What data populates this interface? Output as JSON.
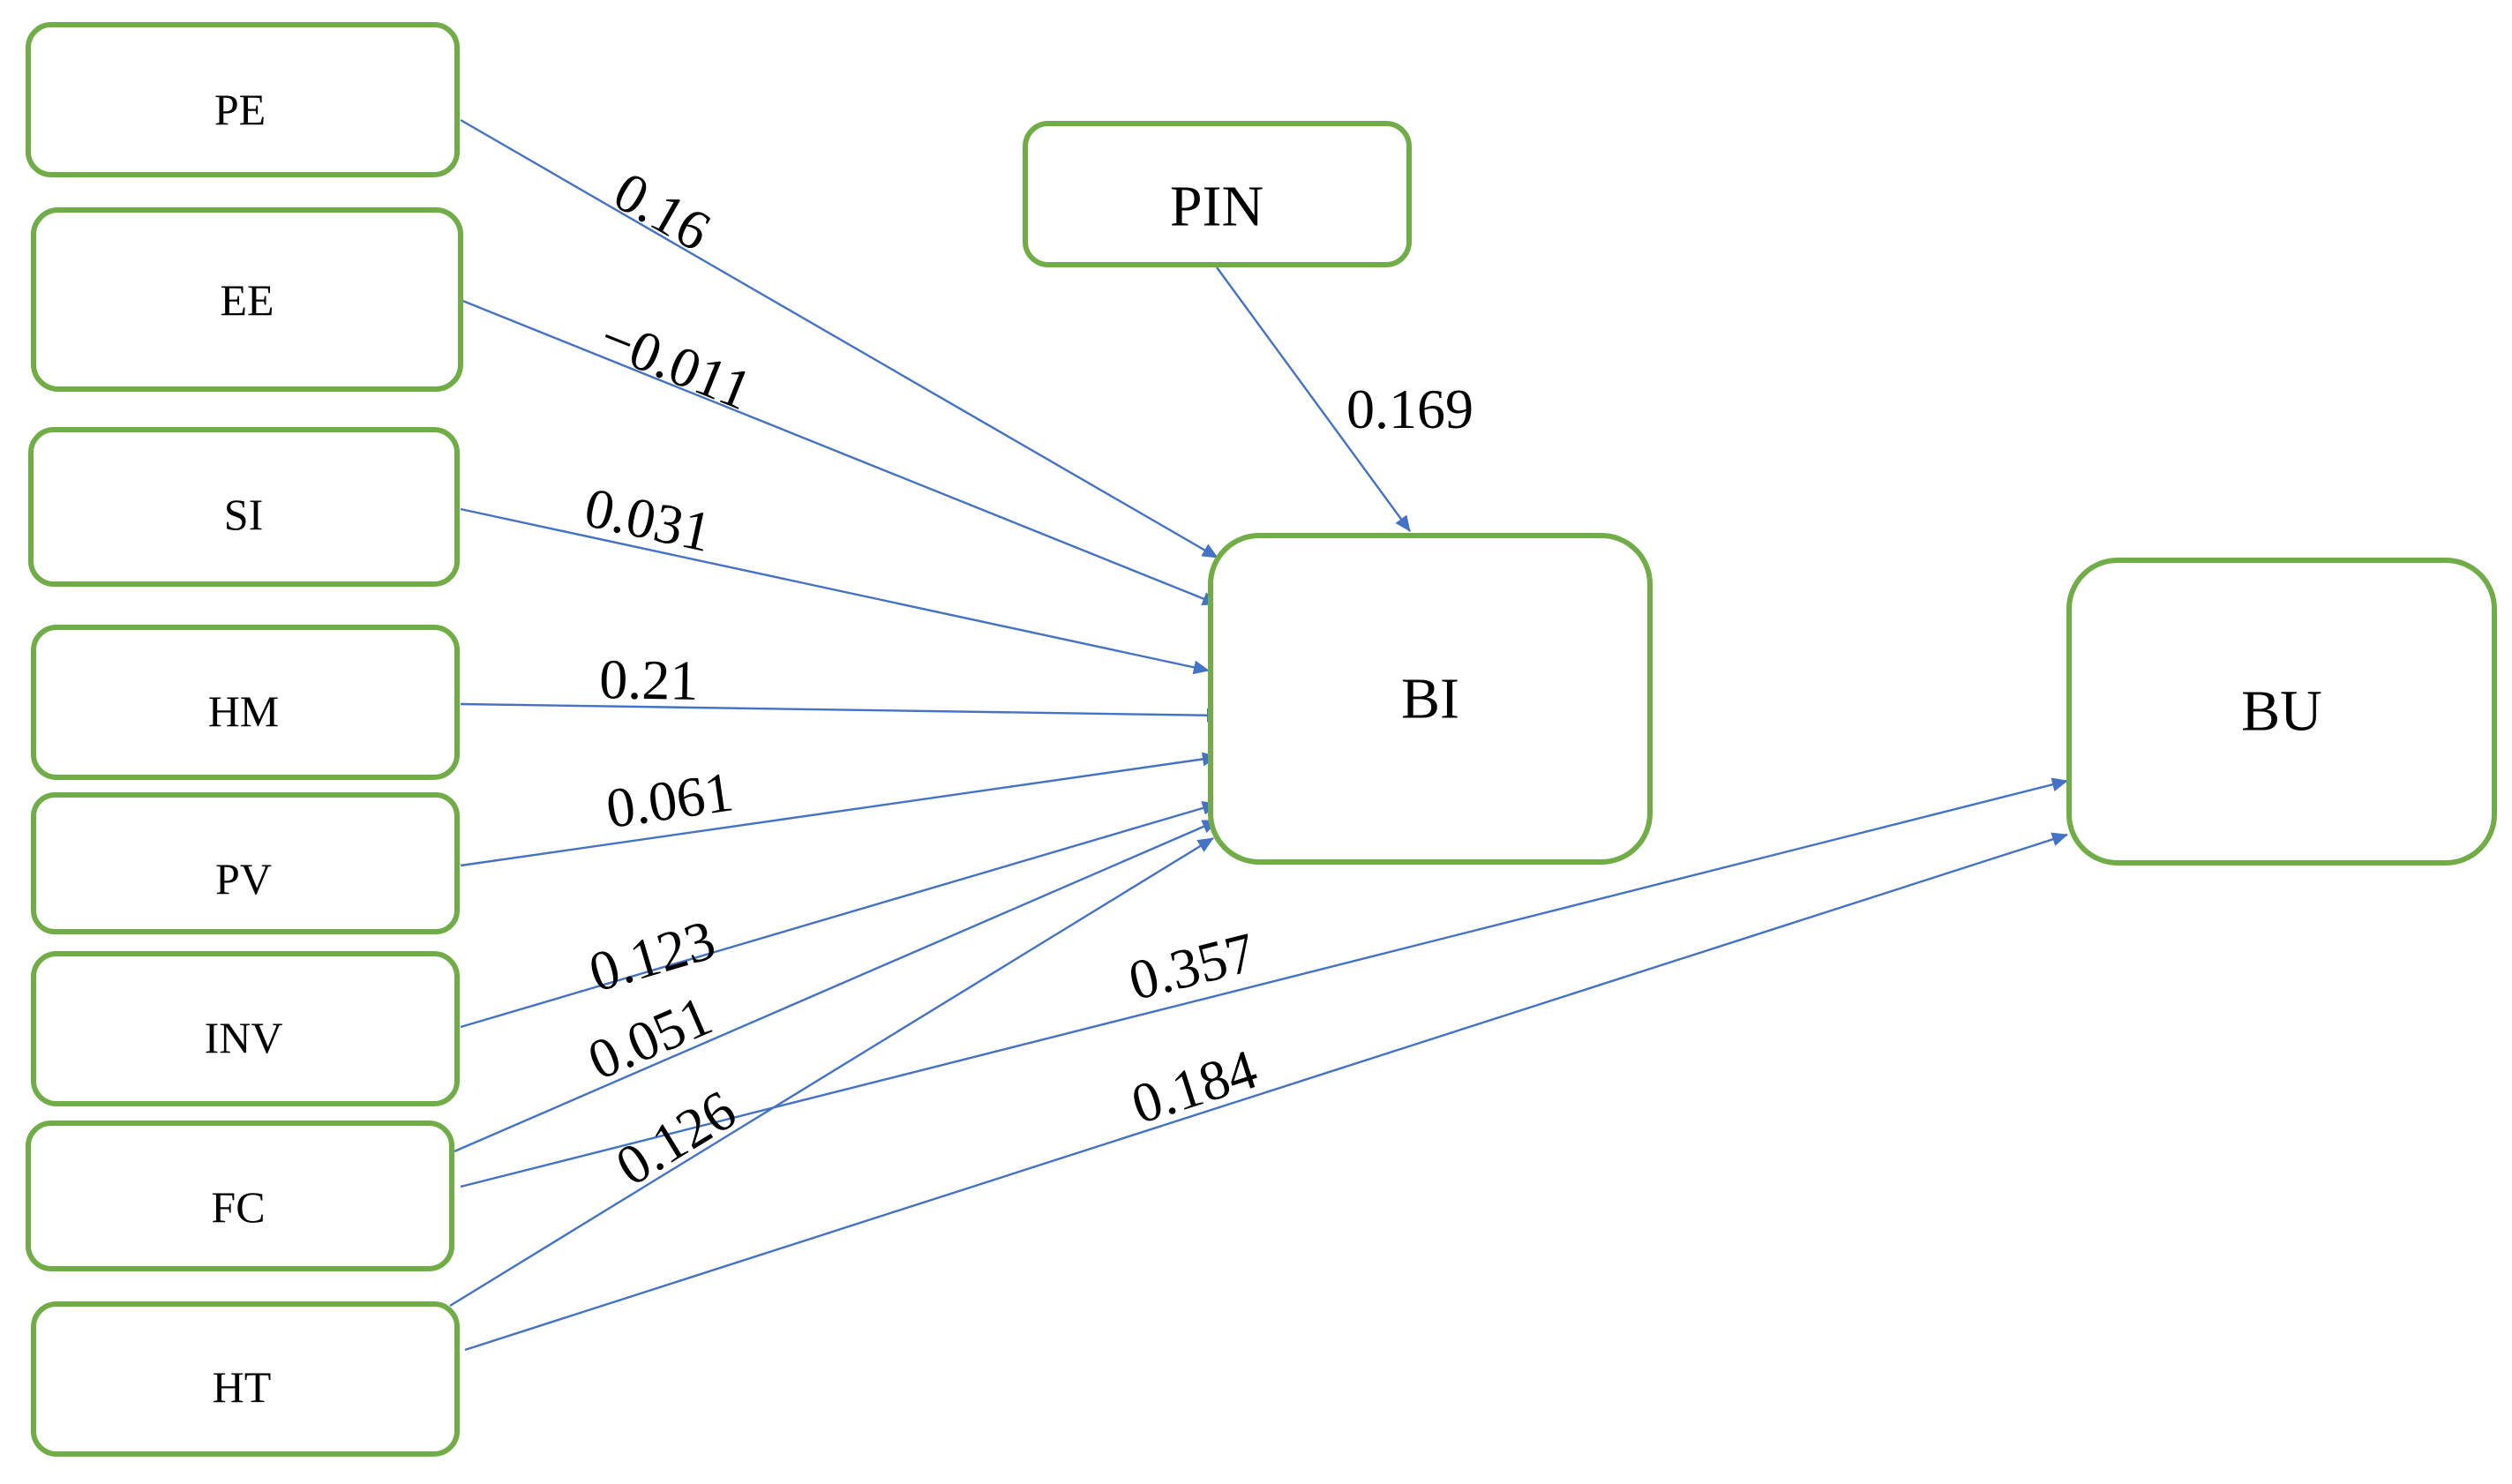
{
  "diagram": {
    "nodes": {
      "pe": "PE",
      "ee": "EE",
      "si": "SI",
      "hm": "HM",
      "pv": "PV",
      "inv": "INV",
      "fc": "FC",
      "ht": "HT",
      "pin": "PIN",
      "bi": "BI",
      "bu": "BU"
    },
    "edges": {
      "pe_bi": "0.16",
      "ee_bi": "−0.011",
      "si_bi": "0.031",
      "hm_bi": "0.21",
      "pv_bi": "0.061",
      "inv_bi": "0.123",
      "fc_bi": "0.051",
      "ht_bi": "0.126",
      "fc_bu": "0.357",
      "ht_bu": "0.184",
      "pin_bi": "0.169"
    }
  },
  "colors": {
    "node_border": "#70ad47",
    "edge": "#4472c4",
    "text": "#000000"
  }
}
